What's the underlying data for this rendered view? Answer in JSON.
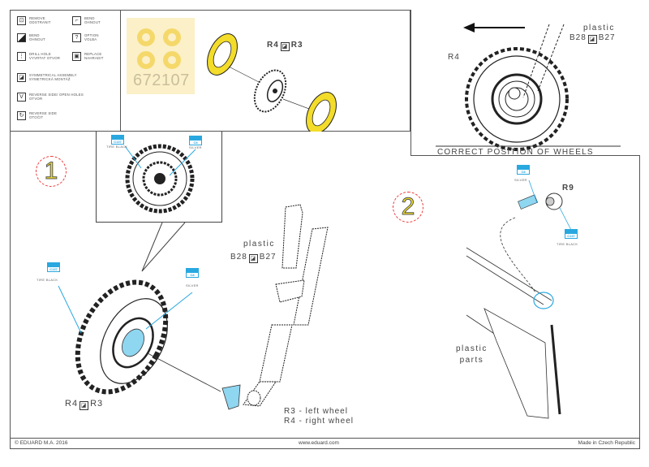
{
  "legend": {
    "items": [
      {
        "icon": "remove-icon",
        "glyph": "⊡",
        "text": "REMOVE\nODSTRANIT"
      },
      {
        "icon": "bend-icon",
        "glyph": "⌐",
        "text": "BEND\nOHNOUT"
      },
      {
        "icon": "bend-half-icon",
        "glyph": "◩",
        "text": "BEND\nOHNOUT"
      },
      {
        "icon": "option-icon",
        "glyph": "?",
        "text": "OPTION\nVOLBA"
      },
      {
        "icon": "drill-icon",
        "glyph": "⋮",
        "text": "DRILL HOLE\nVYVRTAT OTVOR"
      },
      {
        "icon": "replace-icon",
        "glyph": "▣",
        "text": "REPLACE\nNAHRADIT"
      },
      {
        "icon": "symmetrical-assembly-icon",
        "glyph": "◪",
        "text": "SYMMETRICAL ASSEMBLY\nSYMETRICKÁ MONTÁŽ"
      },
      {
        "icon": "reverse-side-icon",
        "glyph": "V",
        "text": "REVERSE SIDE/ OPEN HOLES\nOTVOR"
      },
      {
        "icon": "rotate-icon",
        "glyph": "↻",
        "text": "REVERSE SIDE\nOTOČIT"
      }
    ]
  },
  "pe_panel": {
    "fret_number": "672107",
    "part_label_left": "R4",
    "part_label_right": "R3",
    "colors": {
      "mask": "#f3dc2a",
      "fret": "#fbf0c8",
      "fret_ring": "#f5d86a"
    }
  },
  "correct_panel": {
    "part": "R4",
    "material": "plastic",
    "parts_left": "B28",
    "parts_right": "B27",
    "caption": "CORRECT POSITION OF WHEELS"
  },
  "step1": {
    "number": "1",
    "inset_callouts": [
      {
        "code_top": "H77",
        "code_bot": "C137",
        "name": "TIRE BLACK"
      },
      {
        "code_top": "H8",
        "code_bot": "C8",
        "name": "SILVER"
      }
    ],
    "callouts": [
      {
        "code_top": "H77",
        "code_bot": "C137",
        "name": "TIRE BLACK"
      },
      {
        "code_top": "H8",
        "code_bot": "C8",
        "name": "SILVER"
      }
    ],
    "wheel_label_left": "R4",
    "wheel_label_right": "R3",
    "material": "plastic",
    "parts_left": "B28",
    "parts_right": "B27",
    "note_line1": "R3 - left wheel",
    "note_line2": "R4 - right wheel"
  },
  "step2": {
    "number": "2",
    "part": "R9",
    "callouts": [
      {
        "code_top": "H8",
        "code_bot": "C8",
        "name": "SILVER"
      },
      {
        "code_top": "H77",
        "code_bot": "C137",
        "name": "TIRE BLACK"
      }
    ],
    "material_line1": "plastic",
    "material_line2": "parts"
  },
  "footer": {
    "copyright": "© EDUARD M.A. 2016",
    "website": "www.eduard.com",
    "origin": "Made in Czech Republic"
  },
  "colors": {
    "accent_blue": "#29a8e0",
    "paint_fill": "#8fd6f0",
    "step_circle": "#e33333",
    "step_number": "#f2e020"
  }
}
